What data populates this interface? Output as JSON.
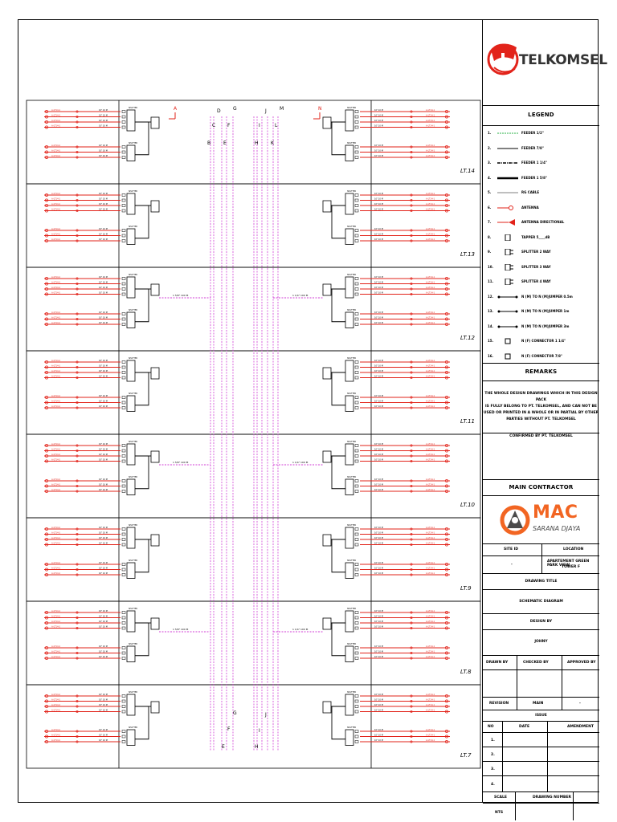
{
  "brand": {
    "name": "TELKOMSEL",
    "primary_color": "#e2231a"
  },
  "contractor": {
    "name": "MAC",
    "subtitle": "SARANA DJAYA",
    "color": "#f26522",
    "dark": "#4a4a4a"
  },
  "legend": {
    "title": "LEGEND",
    "items": [
      {
        "num": "1.",
        "label": "FEEDER 1/2\"",
        "sym": "feeder-half"
      },
      {
        "num": "2.",
        "label": "FEEDER 7/8\"",
        "sym": "feeder-78"
      },
      {
        "num": "3.",
        "label": "FEEDER 1 1/4\"",
        "sym": "feeder-114"
      },
      {
        "num": "4.",
        "label": "FEEDER 1 5/8\"",
        "sym": "feeder-158"
      },
      {
        "num": "5.",
        "label": "RG CABLE",
        "sym": "rg-cable"
      },
      {
        "num": "6.",
        "label": "ANTENNA",
        "sym": "antenna"
      },
      {
        "num": "7.",
        "label": "ANTENNA DIRECTIONAL",
        "sym": "antenna-dir"
      },
      {
        "num": "8.",
        "label": "TAPPER 5____dB",
        "sym": "tapper"
      },
      {
        "num": "9.",
        "label": "SPLITTER 2 WAY",
        "sym": "splitter2"
      },
      {
        "num": "10.",
        "label": "SPLITTER 3 WAY",
        "sym": "splitter3"
      },
      {
        "num": "11.",
        "label": "SPLITTER 4 WAY",
        "sym": "splitter4"
      },
      {
        "num": "12.",
        "label": "N (M) TO N (M)JUMPER 0.5m",
        "sym": "jumper"
      },
      {
        "num": "13.",
        "label": "N (M) TO N (M)JUMPER 1m",
        "sym": "jumper"
      },
      {
        "num": "14.",
        "label": "N (M) TO N (M)JUMPER 3m",
        "sym": "jumper"
      },
      {
        "num": "15.",
        "label": "N (F) CONNECTOR 1 1/4\"",
        "sym": "connector"
      },
      {
        "num": "16.",
        "label": "N (F) CONNECTOR 7/8\"",
        "sym": "connector"
      }
    ]
  },
  "remarks": {
    "title": "REMARKS",
    "text_lines": [
      "THE WHOLE DESIGN DRAWINGS WHICH IN THIS DESIGN PACK",
      "IS FULLY BELONG TO PT. TELKOMSEL, AND CAN NOT BE",
      "USED OR PRINTED IN A WHOLE OR IN PARTIAL BY OTHER",
      "PARTIES WITHOUT PT. TELKOMSEL"
    ],
    "confirmed": "CONFIRMED BY PT. TELKOMSEL"
  },
  "main_contractor_title": "MAIN CONTRACTOR",
  "site": {
    "id_label": "SITE ID",
    "id_value": "-",
    "location_label": "LOCATION",
    "location_value_1": "APARTEMENT GREEN PARK VIEW",
    "location_value_2": "TOWER F"
  },
  "drawing": {
    "title_label": "DRAWING TITLE",
    "title_value": "SCHEMATIC DIAGRAM"
  },
  "design": {
    "label": "DESIGN BY",
    "value": "JOHNY"
  },
  "signoff": {
    "drawn": "DRAWN BY",
    "checked": "CHECKED BY",
    "approved": "APPROVED BY"
  },
  "revision": {
    "label": "REVISION",
    "main": "MAIN",
    "dash": "-"
  },
  "issue": {
    "title": "ISSUE",
    "no": "NO",
    "date": "DATE",
    "amendment": "AMENDMENT",
    "rows": [
      "1.",
      "2.",
      "3.",
      "4."
    ]
  },
  "scale": {
    "label": "SCALE",
    "value": "NTS",
    "drawing_number": "DRAWING NUMBER"
  },
  "floors": [
    "LT.14",
    "LT.13",
    "LT.12",
    "LT.11",
    "LT.10",
    "LT.9",
    "LT.8",
    "LT.7"
  ],
  "riser_letters_top": [
    "A",
    "B",
    "C",
    "D",
    "E",
    "F",
    "G",
    "H",
    "I",
    "J",
    "K",
    "L",
    "M",
    "N"
  ],
  "riser_letters_bottom": [
    "E",
    "F",
    "G",
    "H",
    "I",
    "J"
  ],
  "trunk_labels": {
    "f12": "1 5/8\" 100 M",
    "f10": "1 5/8\" 100 M",
    "f8": "1 5/8\" 100 M",
    "f12r": "1 1/4\" 100 M",
    "f10r": "1 1/4\" 100 M",
    "f8r": "1 1/4\" 100 M"
  },
  "cable_label": "10\" 10 M",
  "splitter_label": "SPLITTER",
  "antenna_label": "A-LT14-1"
}
